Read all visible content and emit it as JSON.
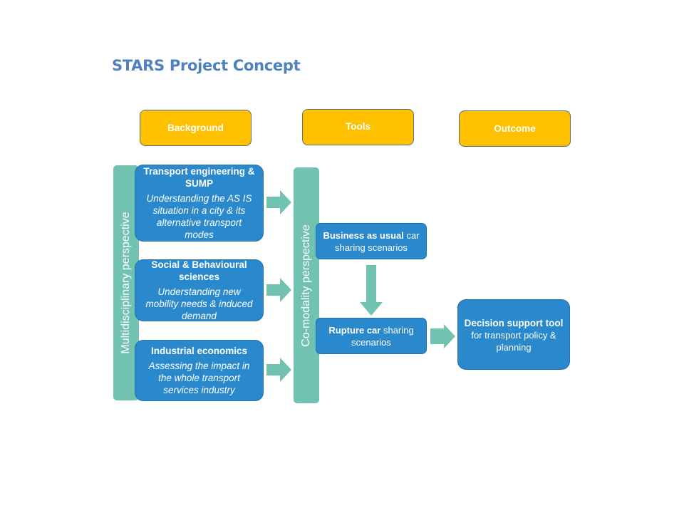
{
  "title": "STARS Project Concept",
  "columns": [
    {
      "label": "Background"
    },
    {
      "label": "Tools"
    },
    {
      "label": "Outcome"
    }
  ],
  "perspectives": {
    "multidisciplinary": "Multidisciplinary perspective",
    "comodality": "Co-modality perspective"
  },
  "background_items": [
    {
      "heading": "Transport engineering & SUMP",
      "description": "Understanding the AS IS situation in a city & its alternative transport modes"
    },
    {
      "heading": "Social & Behavioural sciences",
      "description": "Understanding new mobility needs & induced demand"
    },
    {
      "heading": "Industrial economics",
      "description": "Assessing the impact in the whole transport services industry"
    }
  ],
  "tools": [
    {
      "bold": "Business as usual",
      "rest_line1": " car",
      "line2": "sharing scenarios"
    },
    {
      "bold": "Rupture car",
      "rest_line1": " sharing",
      "line2": "scenarios"
    }
  ],
  "outcome": {
    "bold": "Decision support tool",
    "line2": "for transport policy &",
    "line3": "planning"
  },
  "colors": {
    "header_fill": "#ffc000",
    "card_fill": "#2a88cc",
    "bar_fill": "#72c2b2",
    "title": "#4f81bd"
  }
}
